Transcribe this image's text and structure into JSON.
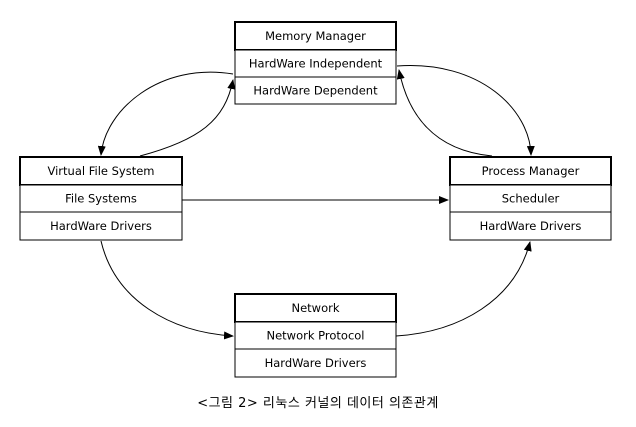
{
  "boxes": {
    "memory": {
      "header": "Memory Manager",
      "rows": [
        "HardWare Independent",
        "HardWare Dependent"
      ]
    },
    "vfs": {
      "header": "Virtual File System",
      "rows": [
        "File Systems",
        "HardWare Drivers"
      ]
    },
    "process": {
      "header": "Process Manager",
      "rows": [
        "Scheduler",
        "HardWare Drivers"
      ]
    },
    "network": {
      "header": "Network",
      "rows": [
        "Network Protocol",
        "HardWare Drivers"
      ]
    }
  },
  "caption": "<그림 2> 리눅스 커널의 데이터 의존관계",
  "colors": {
    "line": "#000000",
    "background": "#ffffff"
  }
}
